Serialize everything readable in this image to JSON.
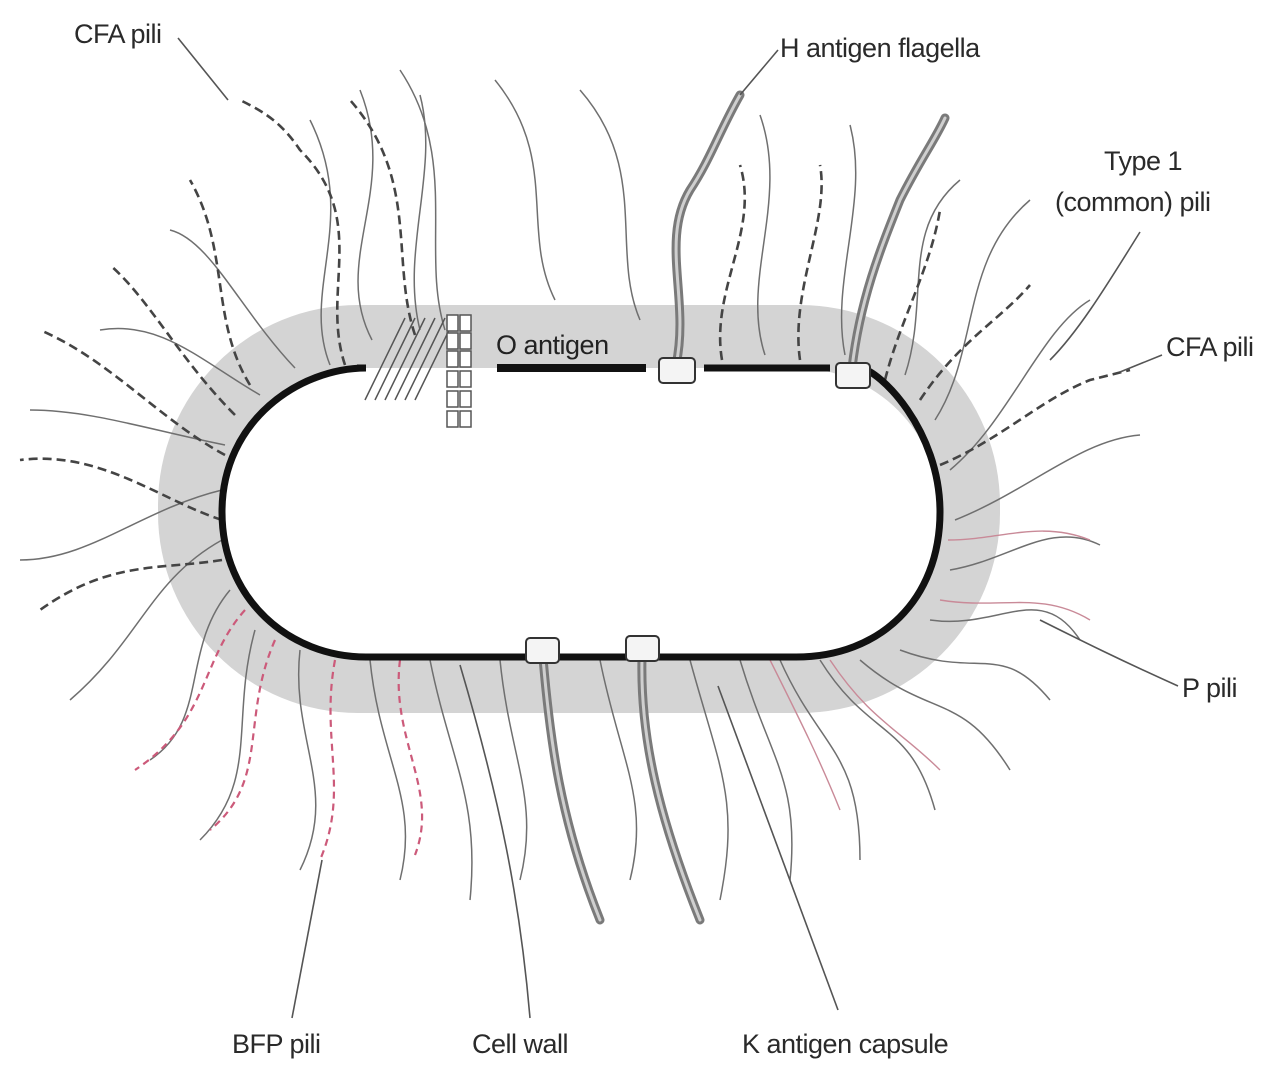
{
  "labels": {
    "cfa_pili_top": "CFA pili",
    "h_antigen": "H antigen flagella",
    "type1_line1": "Type 1",
    "type1_line2": "(common) pili",
    "cfa_pili_right": "CFA pili",
    "o_antigen": "O antigen",
    "p_pili": "P pili",
    "bfp_pili": "BFP pili",
    "cell_wall": "Cell wall",
    "k_antigen": "K antigen capsule"
  },
  "colors": {
    "capsule": "#d4d4d4",
    "wall": "#111111",
    "pili": "#6f6f6f",
    "cfa_pili": "#444444",
    "bfp_pili": "#cc5a7a",
    "p_pili": "#c98a98",
    "flagella": "#7a7a7a"
  }
}
